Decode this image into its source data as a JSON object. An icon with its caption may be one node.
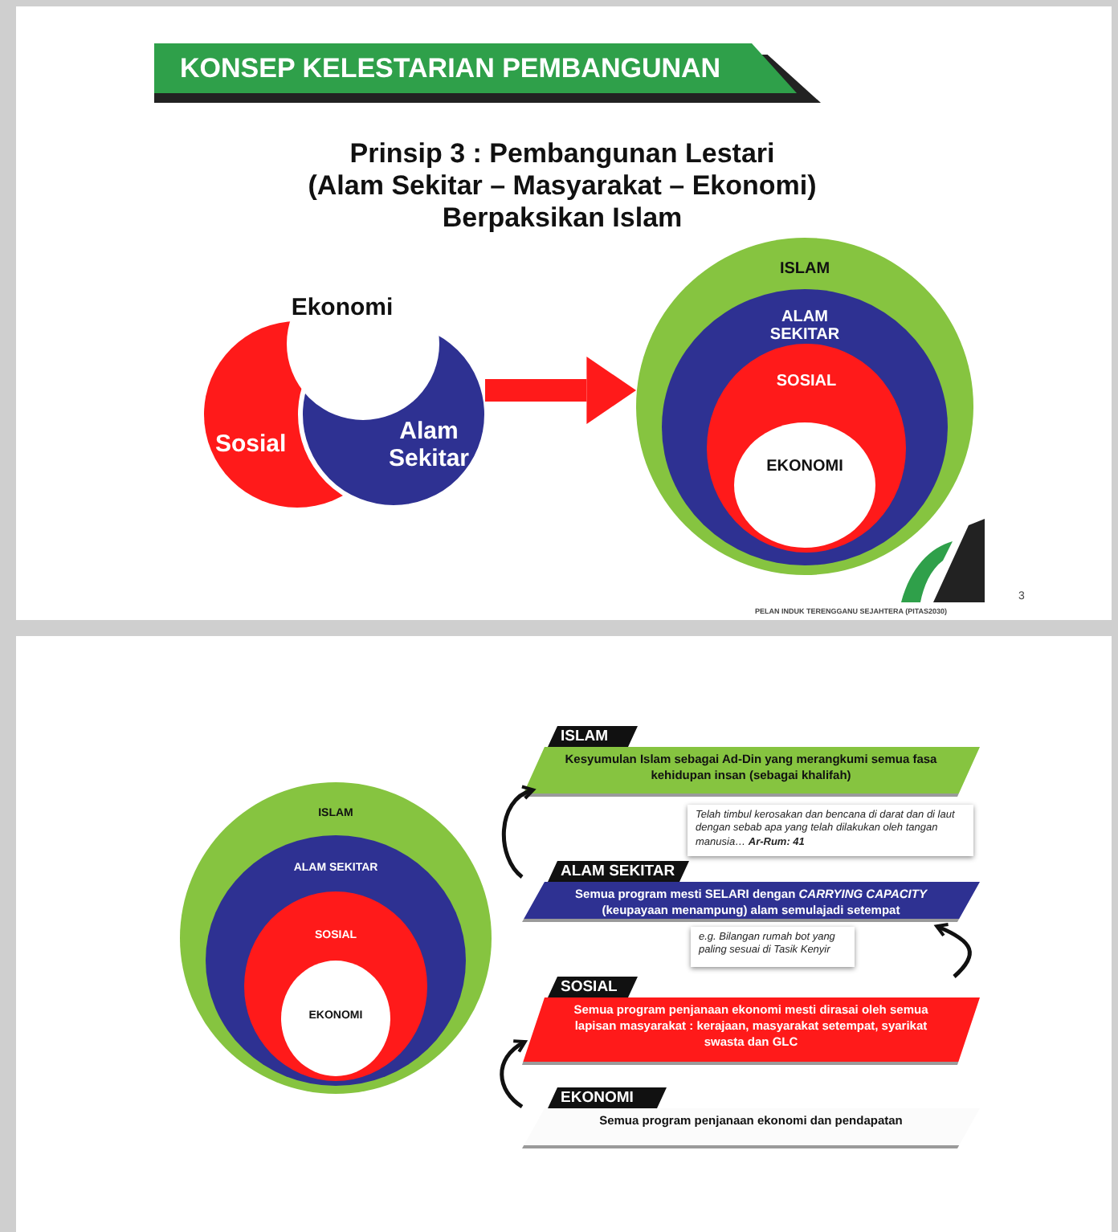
{
  "diagram": {
    "title": "KONSEP KELESTARIAN PEMBANGUNAN",
    "nodes": [
      {
        "text": [
          "Sosial"
        ]
      },
      {
        "text": [
          "Ekonomi"
        ]
      },
      {
        "text": [
          "Alam Sekitar"
        ]
      },
      {
        "text": [
          "ISLAM"
        ]
      },
      {
        "text": [
          "ALAM SEKITAR"
        ],
        "in": 3
      },
      {
        "text": [
          "SOSIAL"
        ],
        "in": 4
      },
      {
        "text": [
          "EKONOMI"
        ],
        "in": 5
      },
      {
        "text": [
          "ISLAM"
        ]
      },
      {
        "text": [
          "ALAM SEKITAR"
        ],
        "in": 7
      },
      {
        "text": [
          "SOSIAL"
        ],
        "in": 8
      },
      {
        "text": [
          "EKONOMI"
        ],
        "in": 9
      },
      {
        "text": [
          "ISLAM",
          "Kesyumulan Islam sebagai Ad-Din yang merangkumi semua fasa kehidupan insan (sebagai khalifah)"
        ]
      },
      {
        "text": [
          "Telah timbul kerosakan dan bencana di darat dan di laut dengan sebab apa yang telah dilakukan oleh tangan manusia… **Ar-Rum: 41**"
        ]
      },
      {
        "text": [
          "ALAM SEKITAR",
          "Semua program mesti SELARI dengan *CARRYING CAPACITY* (keupayaan menampung) alam semulajadi setempat"
        ]
      },
      {
        "text": [
          "e.g. Bilangan rumah bot yang paling sesuai di Tasik Kenyir"
        ]
      },
      {
        "text": [
          "SOSIAL",
          "Semua program penjanaan ekonomi mesti dirasai oleh semua lapisan masyarakat : kerajaan, masyarakat setempat, syarikat swasta dan GLC"
        ]
      },
      {
        "text": [
          "EKONOMI",
          "Semua program penjanaan ekonomi dan pendapatan"
        ]
      }
    ],
    "edges": [
      {
        "from": 2,
        "to": 3,
        "arrow": "to",
        "style": "thick",
        "color": "#ff1a1a"
      },
      {
        "from": 16,
        "to": 15,
        "arrow": "to"
      },
      {
        "from": 15,
        "to": 13,
        "arrow": "to"
      },
      {
        "from": 13,
        "to": 11,
        "arrow": "to"
      }
    ],
    "labels": [
      "Prinsip 3 : Pembangunan Lestari",
      "(Alam Sekitar – Masyarakat – Ekonomi)",
      "Berpaksikan Islam",
      "3",
      "PELAN INDUK TERENGGANU SEJAHTERA (PITAS2030)"
    ]
  }
}
